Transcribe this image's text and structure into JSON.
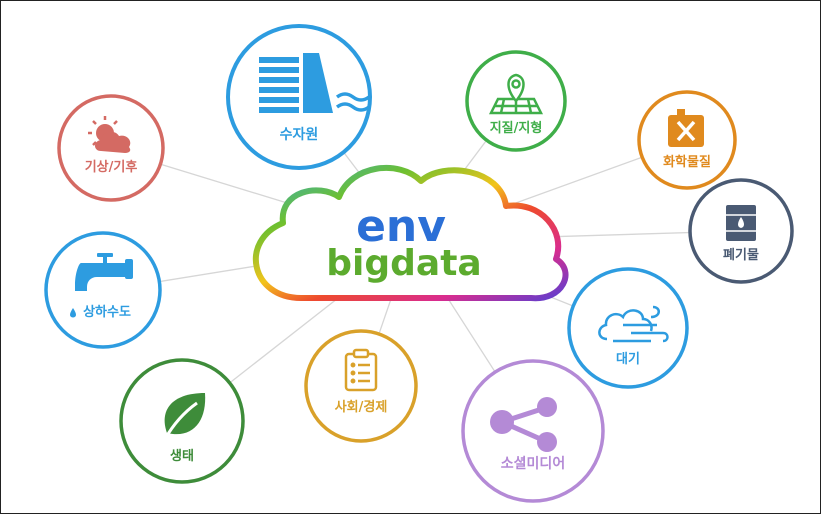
{
  "center": {
    "line1": "env",
    "line2": "bigdata"
  },
  "nodes": {
    "water": {
      "label": "수자원",
      "color": "#2d9ce0",
      "icon": "dam-icon"
    },
    "geo": {
      "label": "지질/지형",
      "color": "#3fae49",
      "icon": "map-pin-icon"
    },
    "chem": {
      "label": "화학물질",
      "color": "#e08a1e",
      "icon": "chemical-can-icon"
    },
    "waste": {
      "label": "폐기물",
      "color": "#4a5a73",
      "icon": "barrel-icon"
    },
    "air": {
      "label": "대기",
      "color": "#2d9ce0",
      "icon": "wind-cloud-icon"
    },
    "social": {
      "label": "소셜미디어",
      "color": "#b48ad6",
      "icon": "share-icon"
    },
    "econ": {
      "label": "사회/경제",
      "color": "#d9a12a",
      "icon": "clipboard-icon"
    },
    "eco": {
      "label": "생태",
      "color": "#3e8c3a",
      "icon": "leaf-icon"
    },
    "sewer": {
      "label": "상하수도",
      "color": "#2d9ce0",
      "icon": "faucet-icon"
    },
    "climate": {
      "label": "기상/기후",
      "color": "#d46a63",
      "icon": "sun-cloud-icon"
    }
  },
  "colors": {
    "env_text": "#2b6fd6",
    "bigdata_text": "#5cab2e",
    "connector": "#cfcfcf"
  }
}
